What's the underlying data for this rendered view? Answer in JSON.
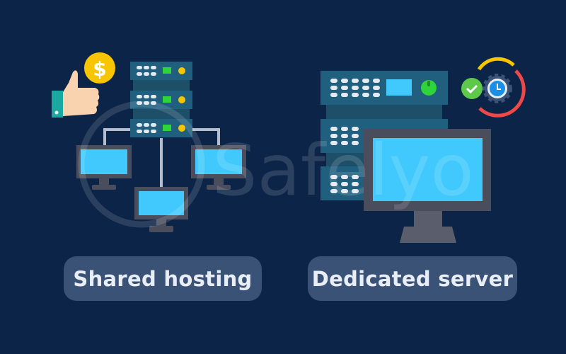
{
  "labels": {
    "shared": "Shared hosting",
    "dedicated": "Dedicated server"
  },
  "watermark": "Safelyo",
  "colors": {
    "background": "#0b2447",
    "screen": "#41c9fd",
    "server": "#215f7e",
    "pill": "#3a5275",
    "coin": "#f7c600",
    "check": "#5dc84a"
  }
}
